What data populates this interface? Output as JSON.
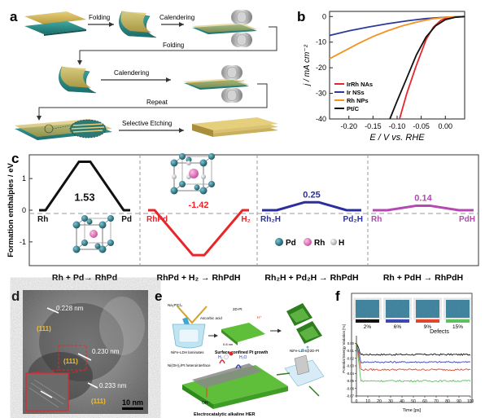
{
  "panels": {
    "a": "a",
    "b": "b",
    "c": "c",
    "d": "d",
    "e": "e",
    "f": "f"
  },
  "panel_a": {
    "step1": "Folding",
    "step2": "Calendering",
    "step3": "Folding",
    "step4": "Calendering",
    "step5": "Repeat",
    "step6": "Selective Etching"
  },
  "chart_data": [
    {
      "type": "line",
      "xlabel": "E / V vs. RHE",
      "ylabel": "j / mA cm⁻²",
      "xlim": [
        -0.24,
        0.04
      ],
      "ylim": [
        -40,
        2
      ],
      "x_ticks": [
        "-0.20",
        "-0.15",
        "-0.10",
        "-0.05",
        "0.00"
      ],
      "y_ticks": [
        "0",
        "-10",
        "-20",
        "-30",
        "-40"
      ],
      "grid": false,
      "legend": "bottom-left",
      "series": [
        {
          "name": "IrRh NAs",
          "color": "#e8262a",
          "x": [
            -0.095,
            -0.08,
            -0.06,
            -0.04,
            -0.025,
            -0.01,
            0.0,
            0.02,
            0.04
          ],
          "y": [
            -40,
            -30,
            -19,
            -9,
            -4.2,
            -1.6,
            -0.7,
            -0.15,
            0
          ]
        },
        {
          "name": "Ir NSs",
          "color": "#2b3a9a",
          "x": [
            -0.24,
            -0.2,
            -0.16,
            -0.12,
            -0.08,
            -0.04,
            0.0,
            0.04
          ],
          "y": [
            -7.4,
            -5.6,
            -4.1,
            -2.8,
            -1.7,
            -0.8,
            -0.25,
            0
          ]
        },
        {
          "name": "Rh NPs",
          "color": "#f2931e",
          "x": [
            -0.24,
            -0.21,
            -0.18,
            -0.15,
            -0.12,
            -0.09,
            -0.06,
            -0.03,
            0.0,
            0.04
          ],
          "y": [
            -16.5,
            -13.5,
            -10.5,
            -7.8,
            -5.6,
            -3.7,
            -2.2,
            -1.0,
            -0.3,
            0
          ]
        },
        {
          "name": "Pt/C",
          "color": "#111111",
          "x": [
            -0.115,
            -0.1,
            -0.08,
            -0.06,
            -0.04,
            -0.02,
            0.0,
            0.02,
            0.04
          ],
          "y": [
            -40,
            -33,
            -24,
            -15,
            -8,
            -3.6,
            -1.2,
            -0.3,
            0
          ]
        }
      ]
    },
    {
      "type": "line",
      "ylabel": "Formation enthalpies / eV",
      "ylim": [
        -1.75,
        1.75
      ],
      "y_ticks": [
        "1",
        "0",
        "-1"
      ],
      "reactions": [
        {
          "equation": "Rh + Pd→ RhPd",
          "left": "Rh",
          "right": "Pd",
          "value": 1.53,
          "label": "1.53",
          "color": "#111111"
        },
        {
          "equation": "RhPd + H₂ → RhPdH",
          "left": "RhPd",
          "right": "H₂",
          "value": -1.42,
          "label": "-1.42",
          "color": "#e8262a"
        },
        {
          "equation": "Rh₂H + Pd₂H → RhPdH",
          "left": "Rh₂H",
          "right": "Pd₂H",
          "value": 0.25,
          "label": "0.25",
          "color": "#2b2f9e"
        },
        {
          "equation": "Rh + PdH → RhPdH",
          "left": "Rh",
          "right": "PdH",
          "value": 0.14,
          "label": "0.14",
          "color": "#b549b2"
        }
      ],
      "atom_legend": [
        {
          "label": "Pd",
          "color": "#1f6d80"
        },
        {
          "label": "Rh",
          "color": "#e070b6"
        },
        {
          "label": "H",
          "color": "#dcdcdc"
        }
      ]
    },
    {
      "type": "line",
      "xlabel": "Time [ps]",
      "ylabel": "Potential Energy Variation [%]",
      "xlim": [
        0,
        100
      ],
      "ylim": [
        -0.07,
        0.01
      ],
      "x_ticks": [
        "0",
        "10",
        "20",
        "30",
        "40",
        "50",
        "60",
        "70",
        "80",
        "90",
        "100"
      ],
      "y_ticks": [
        "0.00",
        "-0.01",
        "-0.02",
        "-0.03",
        "-0.04",
        "-0.05",
        "-0.06",
        "-0.07"
      ],
      "defects_title": "Defects",
      "series": [
        {
          "name": "2%",
          "color": "#111111",
          "level": -0.015
        },
        {
          "name": "6%",
          "color": "#3b48b2",
          "level": -0.025
        },
        {
          "name": "9%",
          "color": "#e2462a",
          "level": -0.035
        },
        {
          "name": "15%",
          "color": "#5cc35c",
          "level": -0.05
        }
      ]
    }
  ],
  "panel_d": {
    "d1": "0.228 nm",
    "d2": "0.230 nm",
    "d3": "0.233 nm",
    "f1": "(111)",
    "f2": "(111)",
    "f3": "(111)",
    "scale": "10 nm"
  },
  "panel_e": {
    "precursor": "Na₂PtCl₄",
    "acid": "Ascorbic acid",
    "laminates": "NiFe-LDH laminates",
    "growth": "Surface-confined Pt growth",
    "result": "NiFe-LDH@2D-Pt",
    "interface": "Ni(OH)₂/Pt heterointerface",
    "her": "Electrocatalytic alkaline HER",
    "tag2d": "2D-Pt",
    "h2o": "H₂O",
    "oh": "OH⁻",
    "h2": "H₂",
    "thickness": "0.8 nm"
  }
}
